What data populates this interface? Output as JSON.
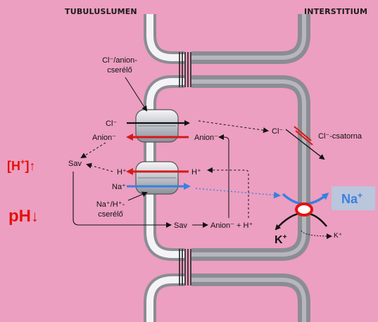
{
  "headers": {
    "left": "TUBULUSLUMEN",
    "right": "INTERSTITIUM"
  },
  "left_indicators": {
    "h_bracket": "[H",
    "h_sup": "+",
    "h_close": "]",
    "h_arrow": "↑",
    "ph": "pH",
    "ph_arrow": "↓"
  },
  "transporters": {
    "cl_anion_exchanger": {
      "line1": "Cl⁻/anion-",
      "line2": "cserélő"
    },
    "na_h_exchanger": {
      "line1": "Na⁺/H⁺-",
      "line2": "cserélő"
    }
  },
  "ions": {
    "cl_lumen": "Cl⁻",
    "anion_lumen": "Anion⁻",
    "sav_lumen": "Sav",
    "h_lumen": "H⁺",
    "na_lumen": "Na⁺",
    "anion_cell": "Anion⁻",
    "h_cell": "H⁺",
    "cl_cell": "Cl⁻",
    "cl_channel": "Cl⁻-csatorna",
    "sav_cell": "Sav",
    "anion_h_cell": "Anion⁻ + H⁺",
    "na_interstitium": "Na",
    "na_interstitium_sup": "+",
    "k_cell": "K",
    "k_cell_sup": "+",
    "k_interstitium": "K⁺"
  },
  "colors": {
    "background": "#ec9fc0",
    "membrane": "#8c8c94",
    "membrane_light": "#f4f4f6",
    "red_arrow": "#d41a1a",
    "blue_arrow": "#3a7fe0",
    "na_box": "#b9c6dc",
    "red_text": "#e3120b"
  }
}
